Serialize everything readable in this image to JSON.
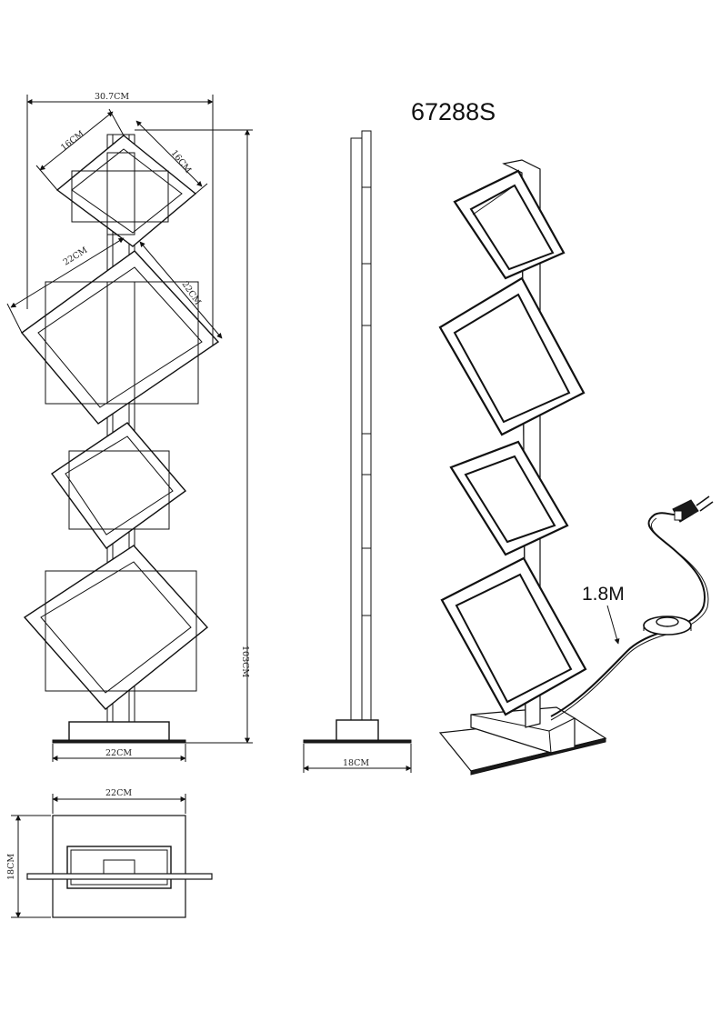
{
  "model": "67288S",
  "front_view": {
    "overall_width": "30.7CM",
    "overall_height": "103CM",
    "small_square_side_a": "16CM",
    "small_square_side_b": "16CM",
    "large_square_side_a": "22CM",
    "large_square_side_b": "22CM",
    "base_width": "22CM"
  },
  "side_view": {
    "base_depth": "18CM"
  },
  "top_view": {
    "width": "22CM",
    "depth": "18CM"
  },
  "perspective_view": {
    "cable_length": "1.8M"
  }
}
